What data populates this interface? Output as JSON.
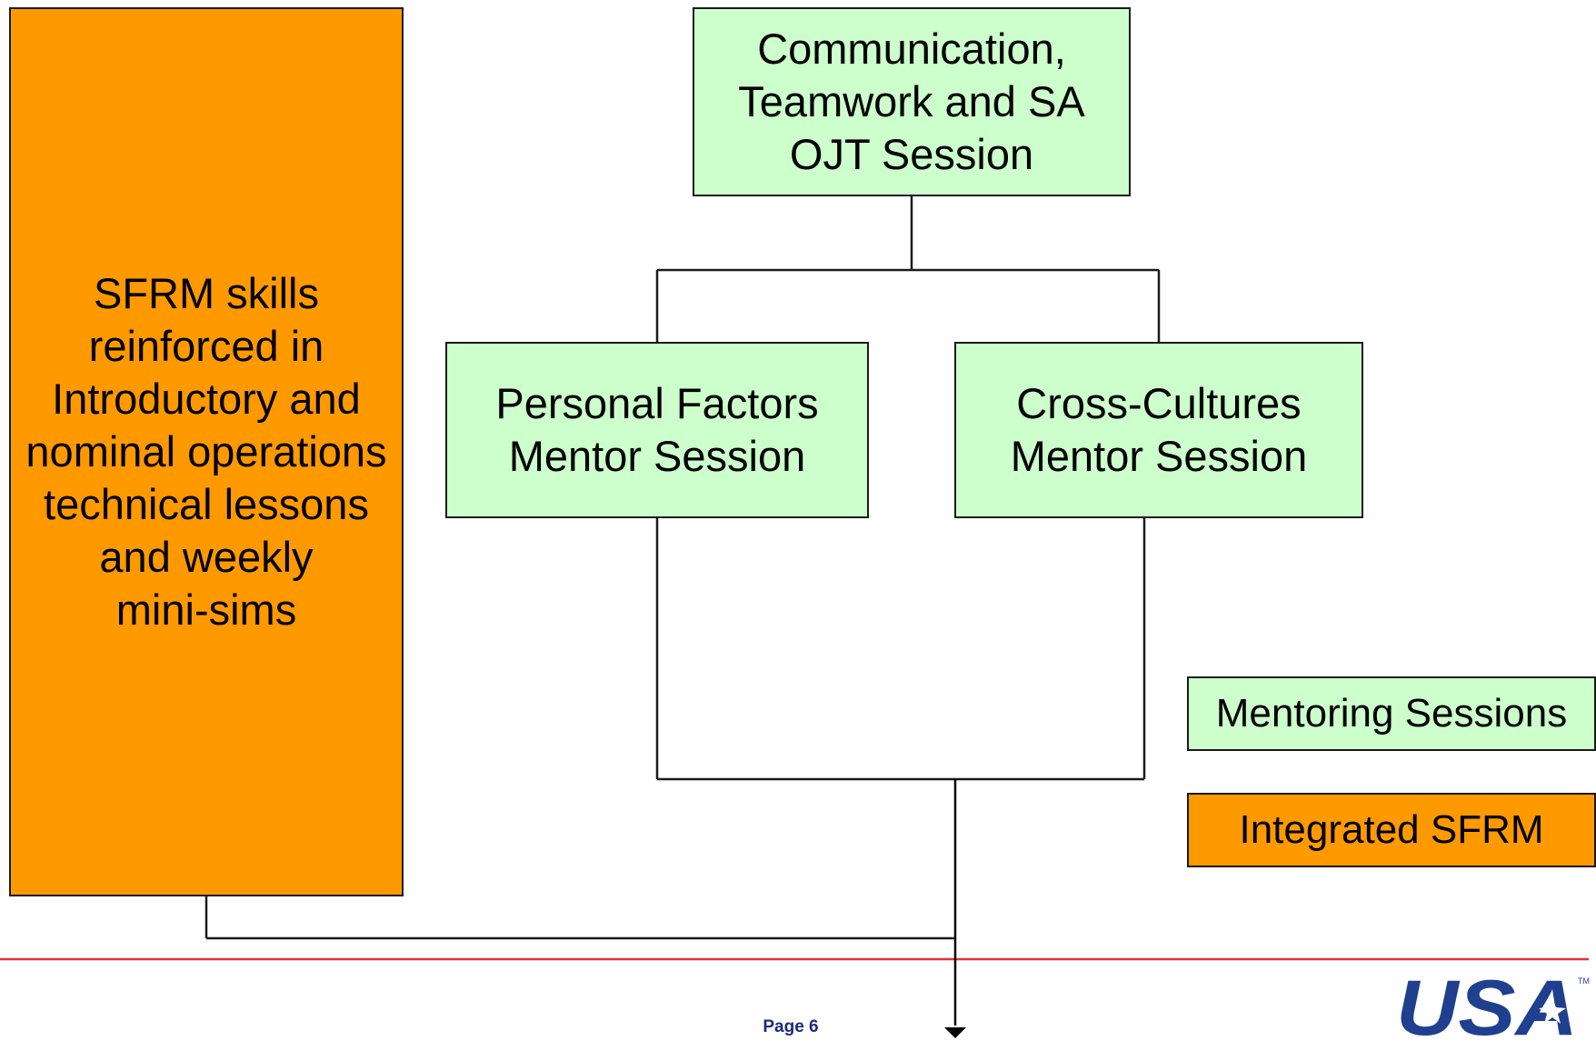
{
  "colors": {
    "mentoring_fill": "#ccffcc",
    "integrated_fill": "#ff9900",
    "connector": "#1a1a1a",
    "footer_rule": "#e0303c",
    "page_text": "#1a2d7a",
    "logo_blue": "#1f3f8f"
  },
  "nodes": {
    "sfrm": {
      "label": "SFRM skills\nreinforced in\nIntroductory and\nnominal operations\ntechnical lessons\nand weekly\nmini-sims",
      "category": "integrated"
    },
    "communication": {
      "label": "Communication,\nTeamwork and SA\nOJT Session",
      "category": "mentoring"
    },
    "personal_factors": {
      "label": "Personal Factors\nMentor Session",
      "category": "mentoring"
    },
    "cross_cultures": {
      "label": "Cross-Cultures\nMentor Session",
      "category": "mentoring"
    }
  },
  "edges": [
    {
      "from": "communication",
      "to": "personal_factors"
    },
    {
      "from": "communication",
      "to": "cross_cultures"
    },
    {
      "from": "personal_factors",
      "to": "output"
    },
    {
      "from": "cross_cultures",
      "to": "output"
    },
    {
      "from": "sfrm",
      "to": "output"
    }
  ],
  "legend": {
    "mentoring": "Mentoring Sessions",
    "integrated": "Integrated SFRM"
  },
  "footer": {
    "page": "Page 6",
    "logo_text": "USA",
    "logo_mark": "TM"
  }
}
